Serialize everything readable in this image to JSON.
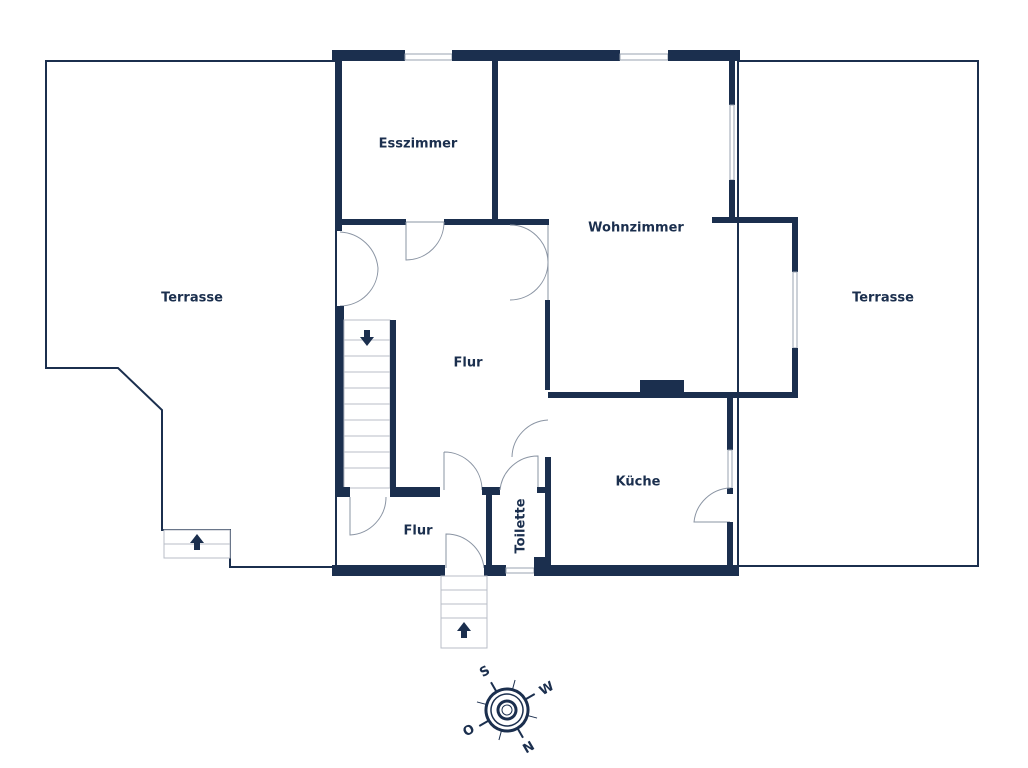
{
  "plan": {
    "rooms": {
      "terrace_left": "Terrasse",
      "terrace_right": "Terrasse",
      "dining": "Esszimmer",
      "living": "Wohnzimmer",
      "hall_upper": "Flur",
      "hall_lower": "Flur",
      "kitchen": "Küche",
      "toilet": "Toilette"
    },
    "compass": {
      "n": "N",
      "s": "S",
      "o": "O",
      "w": "W"
    },
    "colors": {
      "wall": "#1b2f4e"
    }
  }
}
